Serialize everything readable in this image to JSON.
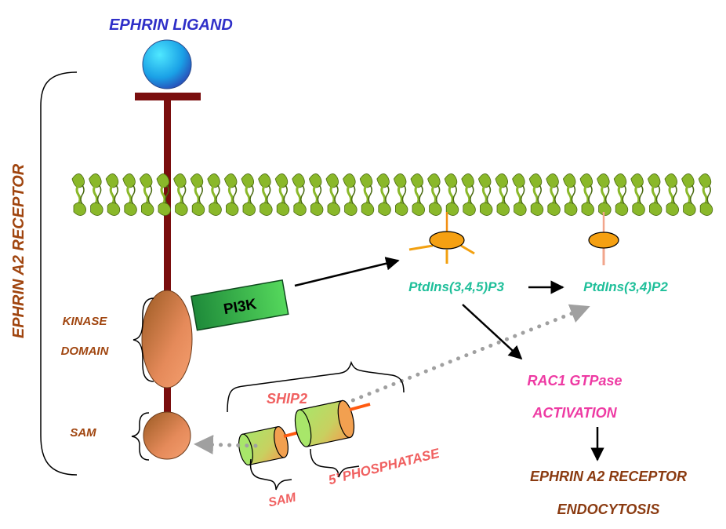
{
  "labels": {
    "ephrin_ligand": "EPHRIN LIGAND",
    "receptor_side": "EPHRIN A2 RECEPTOR",
    "kinase": "KINASE",
    "domain": "DOMAIN",
    "sam_left": "SAM",
    "pi3k": "PI3K",
    "pip3": "PtdIns(3,4,5)P3",
    "pip2": "PtdIns(3,4)P2",
    "rac1": "RAC1 GTPase",
    "activation": "ACTIVATION",
    "endo1": "EPHRIN A2 RECEPTOR",
    "endo2": "ENDOCYTOSIS",
    "ship2": "SHIP2",
    "ship2_sam": "SAM",
    "ship2_phosphatase": "5’ PHOSPHATASE"
  },
  "colors": {
    "ligand_title": "#2f2fc8",
    "receptor_text": "#a0450f",
    "receptor_stalk": "#7a0e0e",
    "membrane_green": "#8ab82a",
    "membrane_dark": "#4a6a10",
    "phospho_text": "#1fbf9a",
    "rac_text": "#ee3aa3",
    "ship_text": "#f06060",
    "endo_text": "#8a3a10",
    "pi3k_dark": "#1f8a3a",
    "pi3k_light": "#52d05a",
    "lipid_head": "#f5a012",
    "tail_light": "#f2a58b",
    "tail_dark": "#f28f12",
    "dots": "#a0a0a0",
    "orange_bar": "#ff5a10"
  }
}
